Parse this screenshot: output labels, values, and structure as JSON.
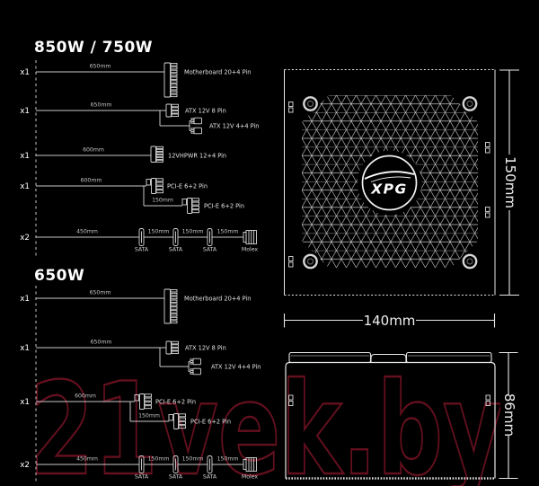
{
  "watermark": {
    "text": "21vek.by",
    "color": "#64101e"
  },
  "colors": {
    "background": "#000000",
    "line": "#c9c9c9",
    "text": "#e2e2e2"
  },
  "sections": [
    {
      "title": "850W / 750W",
      "rows": [
        {
          "qty": "x1",
          "length": "650mm",
          "label": "Motherboard 20+4 Pin"
        },
        {
          "qty": "x1",
          "length": "650mm",
          "label": "ATX 12V 8 Pin",
          "branch": {
            "label": "ATX 12V 4+4 Pin"
          }
        },
        {
          "qty": "x1",
          "length": "600mm",
          "label": "12VHPWR 12+4 Pin"
        },
        {
          "qty": "x1",
          "length": "600mm",
          "label": "PCI-E 6+2 Pin",
          "branch": {
            "length": "150mm",
            "label": "PCI-E 6+2 Pin"
          }
        },
        {
          "qty": "x2",
          "length": "450mm",
          "segments": [
            "150mm",
            "150mm",
            "150mm"
          ],
          "connectors": [
            "SATA",
            "SATA",
            "SATA",
            "Molex"
          ]
        }
      ]
    },
    {
      "title": "650W",
      "rows": [
        {
          "qty": "x1",
          "length": "650mm",
          "label": "Motherboard 20+4 Pin"
        },
        {
          "qty": "x1",
          "length": "650mm",
          "label": "ATX 12V 8 Pin",
          "branch": {
            "label": "ATX 12V 4+4 Pin"
          }
        },
        {
          "qty": "x1",
          "length": "600mm",
          "label": "PCI-E 6+2 Pin",
          "branch": {
            "length": "150mm",
            "label": "PCI-E 6+2 Pin"
          }
        },
        {
          "qty": "x2",
          "length": "450mm",
          "segments": [
            "150mm",
            "150mm",
            "150mm"
          ],
          "connectors": [
            "SATA",
            "SATA",
            "SATA",
            "Molex"
          ]
        }
      ]
    }
  ],
  "panel": {
    "logo": "XPG",
    "height_label": "150mm",
    "width_label": "140mm",
    "depth_label": "86mm"
  }
}
